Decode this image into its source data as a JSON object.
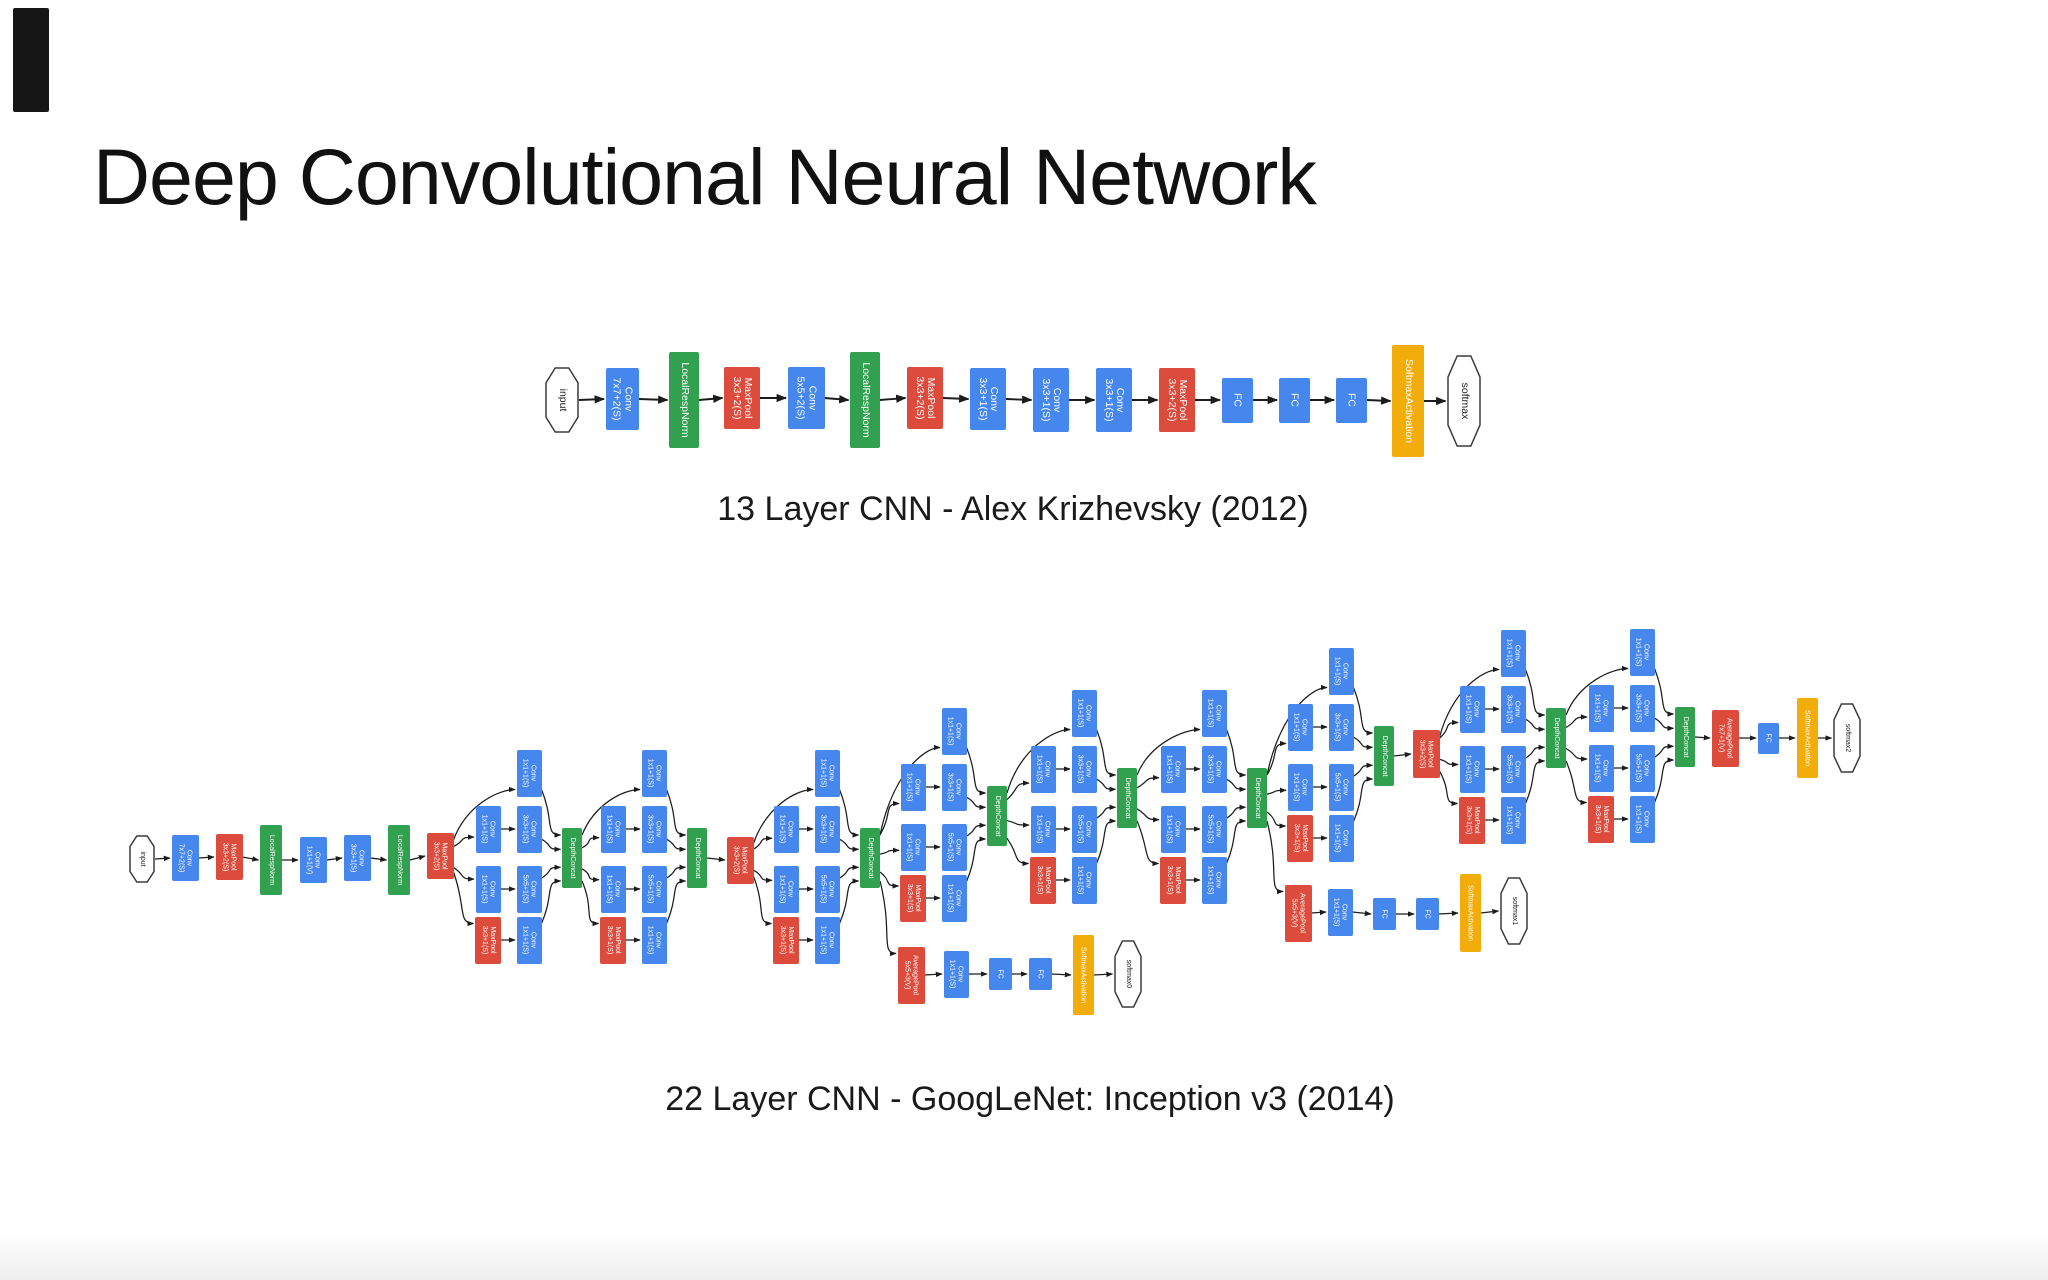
{
  "slide": {
    "title": "Deep Convolutional Neural Network"
  },
  "colors": {
    "conv": "#4687ee",
    "pool": "#dc4b3c",
    "norm": "#31a04f",
    "concat": "#31a04f",
    "act": "#f3ad0b",
    "fc": "#4687ee",
    "io_fill": "#ffffff",
    "io_border": "#3c3c3c",
    "edge": "#1c1c1c",
    "title_color": "#111111"
  },
  "labels": {
    "c11": "Conv\n1x1+1(S)",
    "c11v": "Conv\n1x1+1(V)",
    "c33": "Conv\n3x3+1(S)",
    "c55": "Conv\n5x5+1(S)",
    "c77": "Conv\n7x7+2(S)",
    "c55s2": "Conv\n5x5+2(S)",
    "mp2": "MaxPool\n3x3+2(S)",
    "mp1": "MaxPool\n3x3+1(S)",
    "ap53": "AveragePool\n5x5+3(V)",
    "ap71": "AveragePool\n7x7+1(V)",
    "lrn": "LocalRespNorm",
    "dc": "DepthConcat",
    "fc": "FC",
    "sa": "SoftmaxActivation",
    "input": "input",
    "softmax": "softmax",
    "softmax0": "softmax0",
    "softmax1": "softmax1",
    "softmax2": "softmax2"
  },
  "alexnet": {
    "caption": "13 Layer CNN - Alex Krizhevsky (2012)",
    "nodes": [
      [
        "a0",
        "io",
        "$input",
        562,
        400,
        34,
        66
      ],
      [
        "a1",
        "conv",
        "$c77",
        622,
        399,
        33,
        62
      ],
      [
        "a2",
        "norm",
        "$lrn",
        684,
        400,
        30,
        96
      ],
      [
        "a3",
        "pool",
        "$mp2",
        742,
        398,
        36,
        62
      ],
      [
        "a4",
        "conv",
        "$c55s2",
        806,
        398,
        37,
        62
      ],
      [
        "a5",
        "norm",
        "$lrn",
        865,
        400,
        30,
        96
      ],
      [
        "a6",
        "pool",
        "$mp2",
        925,
        398,
        36,
        62
      ],
      [
        "a7",
        "conv",
        "$c33",
        988,
        399,
        36,
        62
      ],
      [
        "a8",
        "conv",
        "$c33",
        1051,
        400,
        36,
        64
      ],
      [
        "a9",
        "conv",
        "$c33",
        1114,
        400,
        36,
        64
      ],
      [
        "a10",
        "pool",
        "$mp2",
        1177,
        400,
        36,
        64
      ],
      [
        "a11",
        "fc",
        "$fc",
        1237,
        400,
        31,
        45
      ],
      [
        "a12",
        "fc",
        "$fc",
        1294,
        400,
        31,
        45
      ],
      [
        "a13",
        "fc",
        "$fc",
        1351,
        400,
        31,
        45
      ],
      [
        "a14",
        "act",
        "$sa",
        1408,
        401,
        32,
        112
      ],
      [
        "a15",
        "io",
        "$softmax",
        1464,
        401,
        34,
        92
      ]
    ],
    "chain": [
      "a0",
      "a1",
      "a2",
      "a3",
      "a4",
      "a5",
      "a6",
      "a7",
      "a8",
      "a9",
      "a10",
      "a11",
      "a12",
      "a13",
      "a14",
      "a15"
    ]
  },
  "googlenet": {
    "caption": "22 Layer CNN - GoogLeNet: Inception v3 (2014)",
    "stem_nodes": [
      [
        "g0",
        "io",
        "$input",
        142,
        859,
        26,
        48
      ],
      [
        "g1",
        "conv",
        "$c77",
        185,
        858,
        27,
        46
      ],
      [
        "g2",
        "pool",
        "$mp2",
        229,
        857,
        27,
        46
      ],
      [
        "g3",
        "norm",
        "$lrn",
        271,
        860,
        22,
        70
      ],
      [
        "g4",
        "conv",
        "$c11v",
        313,
        860,
        27,
        46
      ],
      [
        "g5",
        "conv",
        "$c33",
        357,
        858,
        27,
        46
      ],
      [
        "g6",
        "norm",
        "$lrn",
        399,
        860,
        22,
        70
      ],
      [
        "g7",
        "pool",
        "$mp2",
        440,
        856,
        27,
        46
      ]
    ],
    "extra_nodes": [
      [
        "p34",
        "pool",
        "$mp2",
        740,
        860,
        27,
        47
      ],
      [
        "p45",
        "pool",
        "$mp2",
        1426,
        754,
        27,
        48
      ],
      [
        "x1a",
        "pool",
        "$ap53",
        911,
        975,
        27,
        57
      ],
      [
        "x1b",
        "conv",
        "$c11",
        956,
        974,
        25,
        47
      ],
      [
        "x1c",
        "fc",
        "$fc",
        1000,
        974,
        23,
        32
      ],
      [
        "x1d",
        "fc",
        "$fc",
        1040,
        974,
        23,
        32
      ],
      [
        "x1e",
        "act",
        "$sa",
        1083,
        975,
        21,
        80
      ],
      [
        "x1f",
        "io",
        "$softmax0",
        1128,
        974,
        28,
        68
      ],
      [
        "x2a",
        "pool",
        "$ap53",
        1298,
        913,
        27,
        57
      ],
      [
        "x2b",
        "conv",
        "$c11",
        1340,
        912,
        25,
        47
      ],
      [
        "x2c",
        "fc",
        "$fc",
        1384,
        914,
        23,
        32
      ],
      [
        "x2d",
        "fc",
        "$fc",
        1427,
        914,
        23,
        32
      ],
      [
        "x2e",
        "act",
        "$sa",
        1470,
        913,
        21,
        78
      ],
      [
        "x2f",
        "io",
        "$softmax1",
        1514,
        911,
        28,
        68
      ],
      [
        "t0",
        "pool",
        "$ap71",
        1725,
        738,
        27,
        57
      ],
      [
        "t1",
        "fc",
        "$fc",
        1768,
        738,
        21,
        31
      ],
      [
        "t2",
        "act",
        "$sa",
        1807,
        738,
        21,
        80
      ],
      [
        "t3",
        "io",
        "$softmax2",
        1847,
        738,
        28,
        70
      ]
    ],
    "module_labels": {
      "b1": "$c11",
      "b2a": "$c11",
      "b2b": "$c33",
      "b3a": "$c11",
      "b3b": "$c55",
      "b4a": "$mp1",
      "b4b": "$c11",
      "dc": "$dc"
    },
    "modules": [
      {
        "id": "m3a",
        "dc": [
          572,
          858
        ],
        "feeder": "g7"
      },
      {
        "id": "m3b",
        "dc": [
          697,
          858
        ],
        "feeder": "m3a_dc"
      },
      {
        "id": "m4a",
        "dc": [
          870,
          858
        ],
        "feeder": "p34"
      },
      {
        "id": "m4b",
        "dc": [
          997,
          816
        ],
        "feeder": "m4a_dc"
      },
      {
        "id": "m4c",
        "dc": [
          1127,
          798
        ],
        "feeder": "m4b_dc"
      },
      {
        "id": "m4d",
        "dc": [
          1257,
          798
        ],
        "feeder": "m4c_dc"
      },
      {
        "id": "m4e",
        "dc": [
          1384,
          756
        ],
        "feeder": "m4d_dc"
      },
      {
        "id": "m5a",
        "dc": [
          1556,
          738
        ],
        "feeder": "p45"
      },
      {
        "id": "m5b",
        "dc": [
          1685,
          737
        ],
        "feeder": "m5a_dc"
      }
    ],
    "chains": [
      [
        "g0",
        "g1",
        "g2",
        "g3",
        "g4",
        "g5",
        "g6",
        "g7"
      ],
      [
        "m3b_dc",
        "p34"
      ],
      [
        "m4e_dc",
        "p45"
      ],
      [
        "m4a_dc",
        "x1a",
        "x1b",
        "x1c",
        "x1d",
        "x1e",
        "x1f"
      ],
      [
        "m4d_dc",
        "x2a",
        "x2b",
        "x2c",
        "x2d",
        "x2e",
        "x2f"
      ],
      [
        "m5b_dc",
        "t0",
        "t1",
        "t2",
        "t3"
      ]
    ]
  }
}
